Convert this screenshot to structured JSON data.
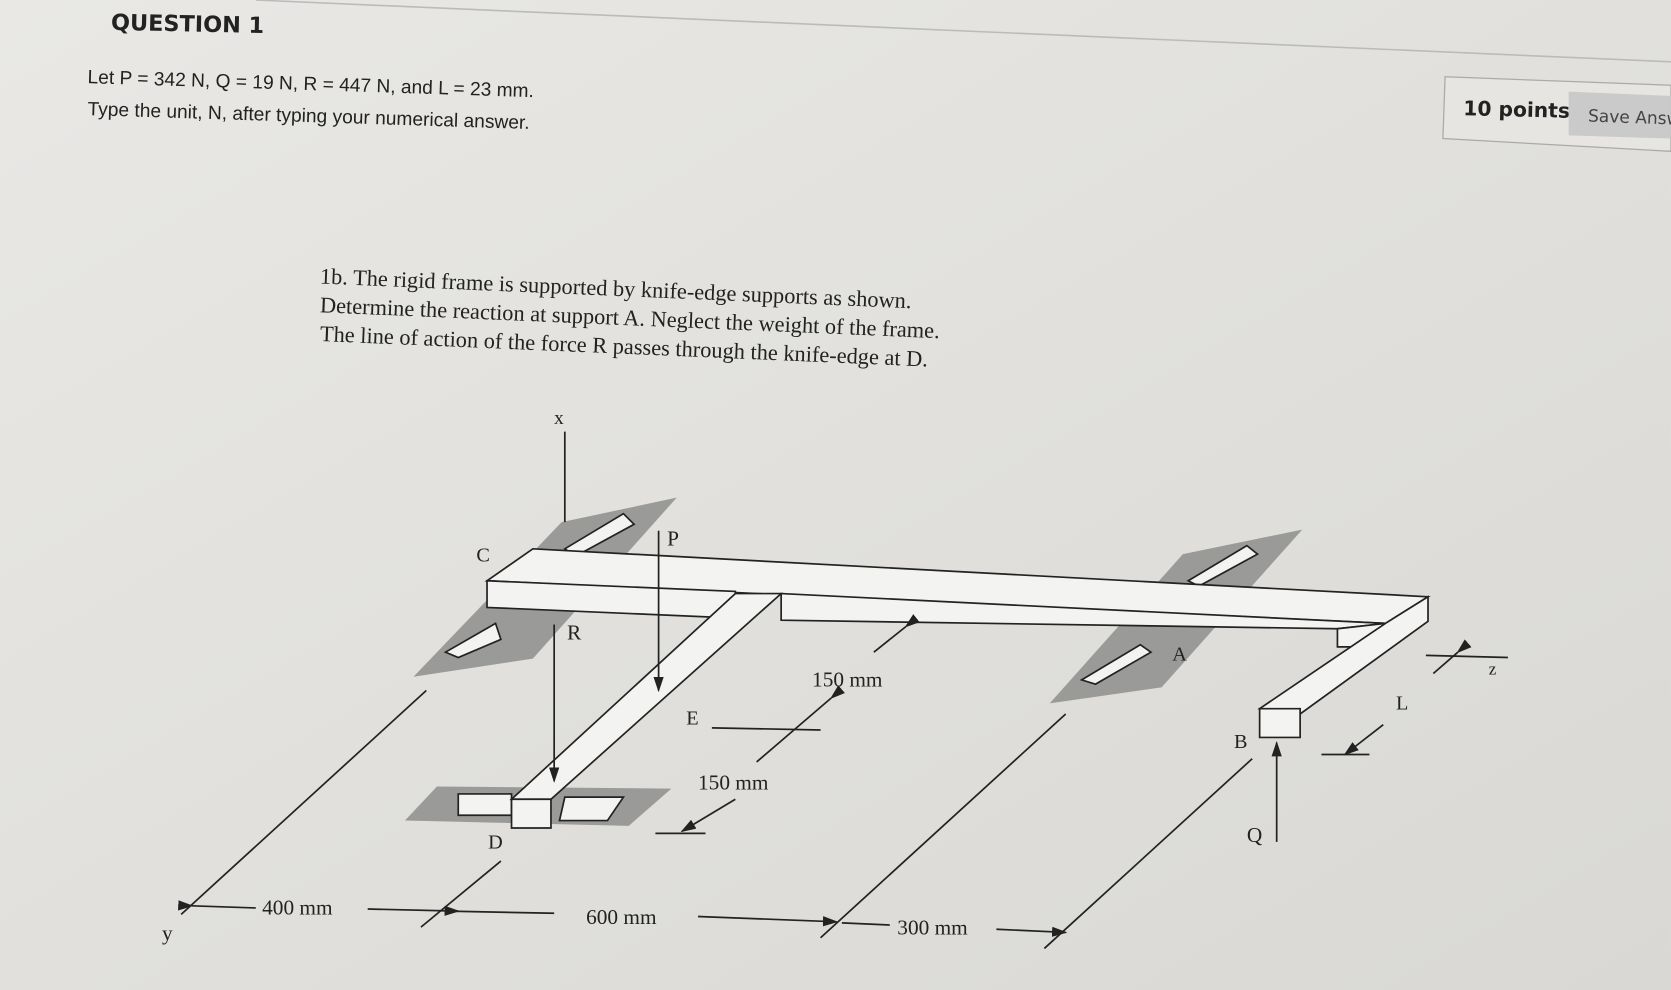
{
  "question": {
    "title": "QUESTION 1",
    "line1": "Let P = 342 N, Q = 19 N, R = 447 N, and L = 23 mm.",
    "line2": "Type the unit, N, after typing your numerical answer.",
    "points": "10 points",
    "save_label": "Save Answer"
  },
  "problem": {
    "line1": "1b. The rigid frame is supported by knife-edge supports as shown.",
    "line2": "Determine the reaction at support A. Neglect the weight of the frame.",
    "line3": "The line of action of the force R passes through the knife-edge at D."
  },
  "figure": {
    "labels": {
      "x": "x",
      "y": "y",
      "z": "z",
      "A": "A",
      "B": "B",
      "C": "C",
      "D": "D",
      "E": "E",
      "P": "P",
      "Q": "Q",
      "R": "R",
      "L": "L"
    },
    "dims": {
      "d400": "400 mm",
      "d600": "600 mm",
      "d300": "300 mm",
      "d150a": "150 mm",
      "d150b": "150 mm"
    }
  }
}
